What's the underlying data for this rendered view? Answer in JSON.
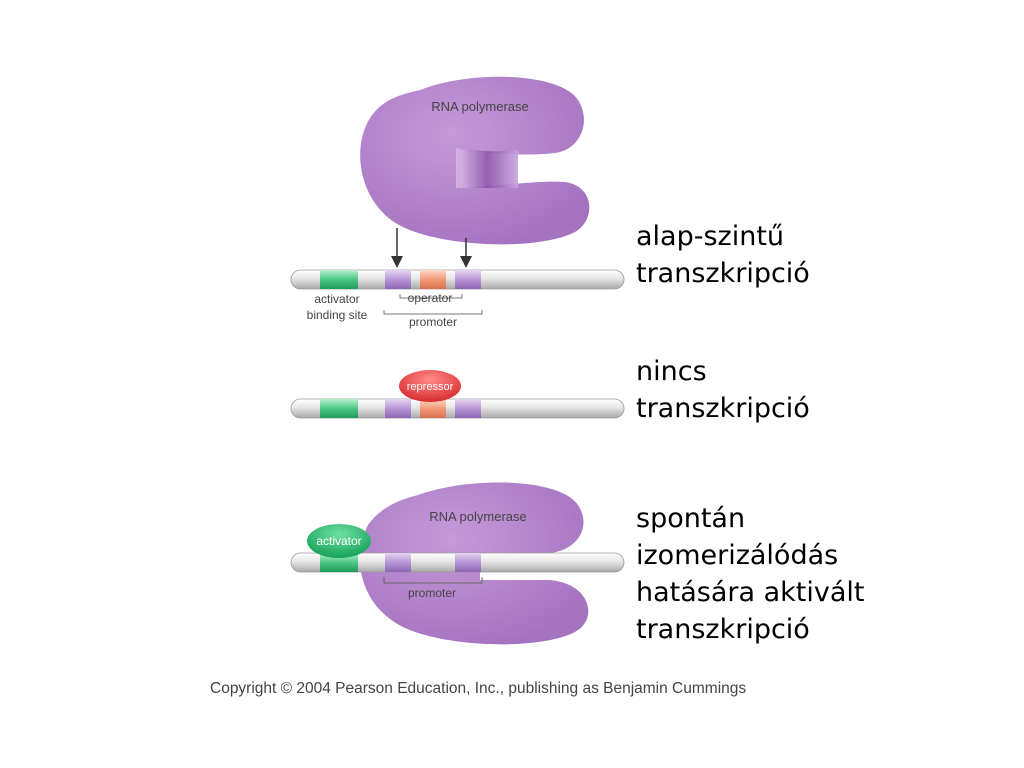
{
  "colors": {
    "polymerase": "#b07fc9",
    "polymerase_shadow": "#8a4fa8",
    "activator": "#2bb673",
    "activator_site": "#5ccd90",
    "operator": "#f39a7a",
    "promoter_segment": "#b795d6",
    "repressor": "#e23c3c",
    "dna": "#e4e4e4"
  },
  "panel1": {
    "polymerase_label": "RNA polymerase",
    "activator_binding_label_line1": "activator",
    "activator_binding_label_line2": "binding site",
    "operator_label": "operator",
    "promoter_label": "promoter"
  },
  "panel2": {
    "repressor_label": "repressor"
  },
  "panel3": {
    "polymerase_label": "RNA polymerase",
    "activator_label": "activator",
    "promoter_label": "promoter"
  },
  "captions": {
    "c1": [
      "alap-szintű",
      "transzkripció"
    ],
    "c2": [
      "nincs",
      "transzkripció"
    ],
    "c3": [
      "spontán",
      "izomerizálódás",
      "hatására aktivált",
      "transzkripció"
    ]
  },
  "copyright": "Copyright © 2004 Pearson Education, Inc., publishing as Benjamin Cummings"
}
